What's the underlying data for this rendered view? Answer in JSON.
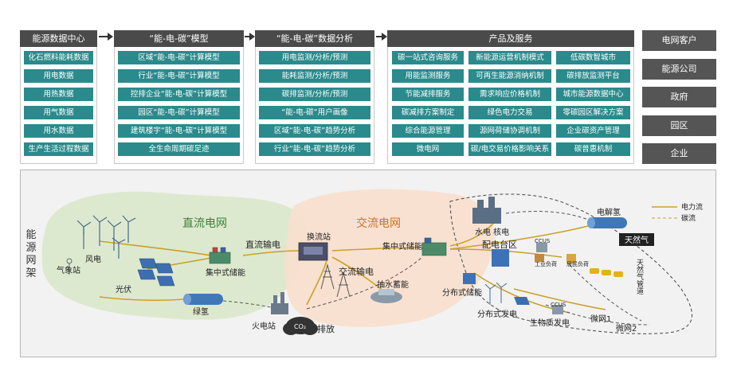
{
  "columns": [
    {
      "title": "能源数据中心",
      "items": [
        "化石燃料能耗数据",
        "用电数据",
        "用热数据",
        "用气数据",
        "用水数据",
        "生产生活过程数据"
      ]
    },
    {
      "title": "“能-电-碳”模型",
      "items": [
        "区域“能-电-碳”计算模型",
        "行业“能-电-碳”计算模型",
        "控排企业“能-电-碳”计算模型",
        "园区“能-电-碳”计算模型",
        "建筑楼宇“能-电-碳”计算模型",
        "全生命周期碳足迹"
      ]
    },
    {
      "title": "“能-电-碳”数据分析",
      "items": [
        "用电监测/分析/预测",
        "能耗监测/分析/预测",
        "碳排监测/分析/预测",
        "“能-电-碳”用户画像",
        "区域“能-电-碳”趋势分析",
        "行业“能-电-碳”趋势分析"
      ]
    }
  ],
  "products": {
    "title": "产品及服务",
    "col1": [
      "碳一站式咨询服务",
      "用能监测服务",
      "节能减排服务",
      "碳减排方案制定",
      "综合能源管理",
      "微电网"
    ],
    "col2": [
      "新能源运营机制模式",
      "可再生能源消纳机制",
      "需求响应价格机制",
      "绿色电力交易",
      "源网荷储协调机制",
      "碳/电交易价格影响关系"
    ],
    "col3": [
      "低碳数智城市",
      "碳排放监测平台",
      "城市能源数据中心",
      "零碳园区解决方案",
      "企业碳资产管理",
      "碳普惠机制"
    ]
  },
  "customers": [
    "电网客户",
    "能源公司",
    "政府",
    "园区",
    "企业"
  ],
  "network": {
    "side_title": [
      "能",
      "源",
      "网",
      "架"
    ],
    "zone_dc": "直流电网",
    "zone_ac": "交流电网",
    "labels": {
      "weather": "气象站",
      "wind": "风电",
      "pv": "光伏",
      "storage1": "集中式储能",
      "dc_trans": "直流输电",
      "converter": "换流站",
      "storage2": "集中式储能",
      "ac_trans": "交流输电",
      "pumped": "抽水蓄能",
      "green_h2": "绿氢",
      "thermal": "火电站",
      "co2": "CO₂",
      "emission": "排放",
      "hydro_nuclear": "水电 核电",
      "distribution": "配电台区",
      "dist_storage": "分布式储能",
      "dist_gen": "分布式发电",
      "ccus1": "CCUS",
      "ccus2": "CCUS",
      "industry_load": "工业负荷",
      "resident_load": "居民负荷",
      "biomass": "生物质发电",
      "microgrid1": "微网1",
      "microgrid2": "微网2",
      "electrolysis": "电解氢",
      "natural_gas": "天然气",
      "gas_pipeline": "天然气管道",
      "legend_power": "电力流",
      "legend_carbon": "碳流"
    },
    "colors": {
      "power_line": "#c9a227",
      "carbon_line": "#555555",
      "dc_zone": "#dde9cf",
      "ac_zone": "#f8dfcd",
      "teal": "#2a8a8c",
      "header": "#4a4a4a"
    }
  }
}
